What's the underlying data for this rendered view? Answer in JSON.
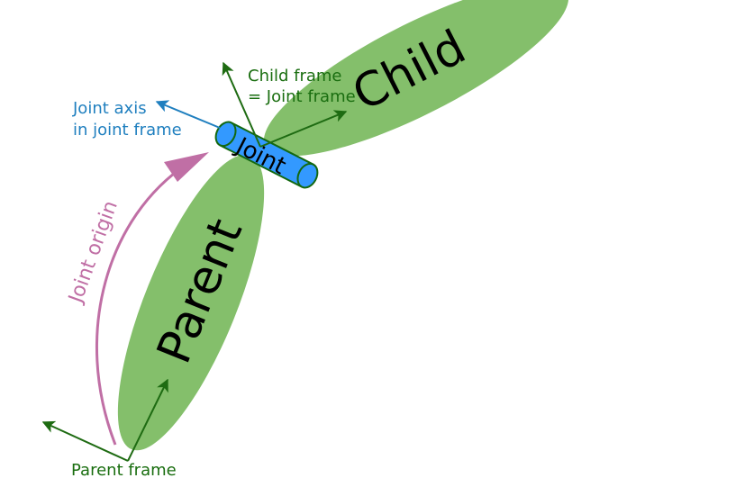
{
  "parent": {
    "label": "Parent",
    "frame_label": "Parent frame"
  },
  "child": {
    "label": "Child",
    "frame_label_line1": "Child frame",
    "frame_label_line2": "= Joint frame"
  },
  "joint": {
    "label": "Joint",
    "axis_label_line1": "Joint axis",
    "axis_label_line2": "in joint frame",
    "origin_label": "Joint origin"
  },
  "colors": {
    "link_fill": "#84bf6b",
    "frame_arrow": "#1e6b12",
    "frame_text": "#1a6e10",
    "joint_fill": "#3399ff",
    "joint_outline": "#136810",
    "axis_color": "#1f7fbf",
    "origin_color": "#c06fa5"
  }
}
